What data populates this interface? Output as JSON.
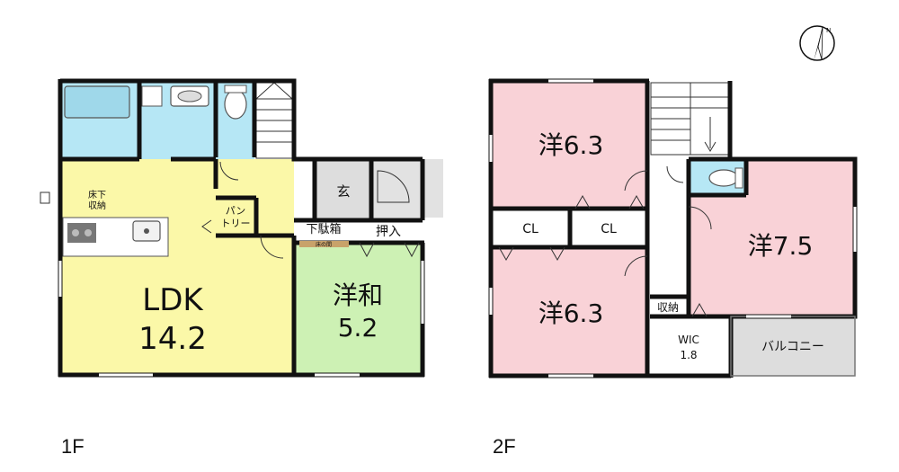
{
  "floors": [
    {
      "id": "1f",
      "label": "1F"
    },
    {
      "id": "2f",
      "label": "2F"
    }
  ],
  "rooms_1f": {
    "ldk": {
      "name": "LDK",
      "size": "14.2"
    },
    "washitsu": {
      "name": "洋和",
      "size": "5.2"
    },
    "genkan": "玄",
    "pantry": [
      "パン",
      "トリー"
    ],
    "shoe_box": "下駄箱",
    "closet": "押入",
    "under_floor": [
      "床下",
      "収納"
    ],
    "tokonoma": "床の間"
  },
  "rooms_2f": {
    "west_top": "洋6.3",
    "west_bottom": "洋6.3",
    "east": "洋7.5",
    "cl_left": "CL",
    "cl_right": "CL",
    "storage": "収納",
    "wic": {
      "name": "WIC",
      "size": "1.8"
    },
    "balcony": "バルコニー"
  },
  "compass": {
    "label": "N",
    "icon": "north-arrow-icon"
  },
  "colors": {
    "ldk": "#fbf8a8",
    "washitsu": "#cdf1b4",
    "bedroom": "#f9d2d7",
    "wet": "#b6e7f5",
    "gray": "#dddddd",
    "wall": "#111111"
  }
}
